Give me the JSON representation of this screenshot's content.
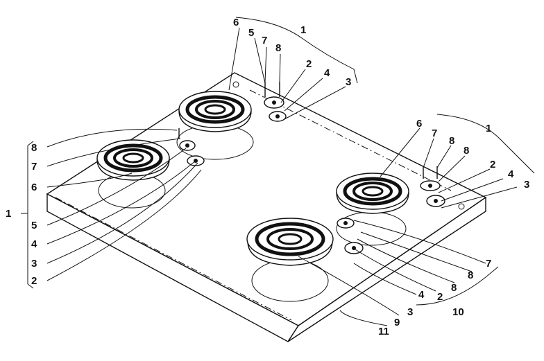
{
  "diagram": {
    "callouts": {
      "t6": "6",
      "t5": "5",
      "t7": "7",
      "t8": "8",
      "t1": "1",
      "t2": "2",
      "t4": "4",
      "t3": "3",
      "l8": "8",
      "l7": "7",
      "l6": "6",
      "l1": "1",
      "l5": "5",
      "l4": "4",
      "l3": "3",
      "l2": "2",
      "r6": "6",
      "r7": "7",
      "r8a": "8",
      "r8b": "8",
      "r1": "1",
      "r2": "2",
      "r4": "4",
      "r3": "3",
      "b7": "7",
      "b8a": "8",
      "b8b": "8",
      "b2": "2",
      "b4": "4",
      "b10": "10",
      "b3": "3",
      "b9": "9",
      "b11": "11"
    }
  }
}
